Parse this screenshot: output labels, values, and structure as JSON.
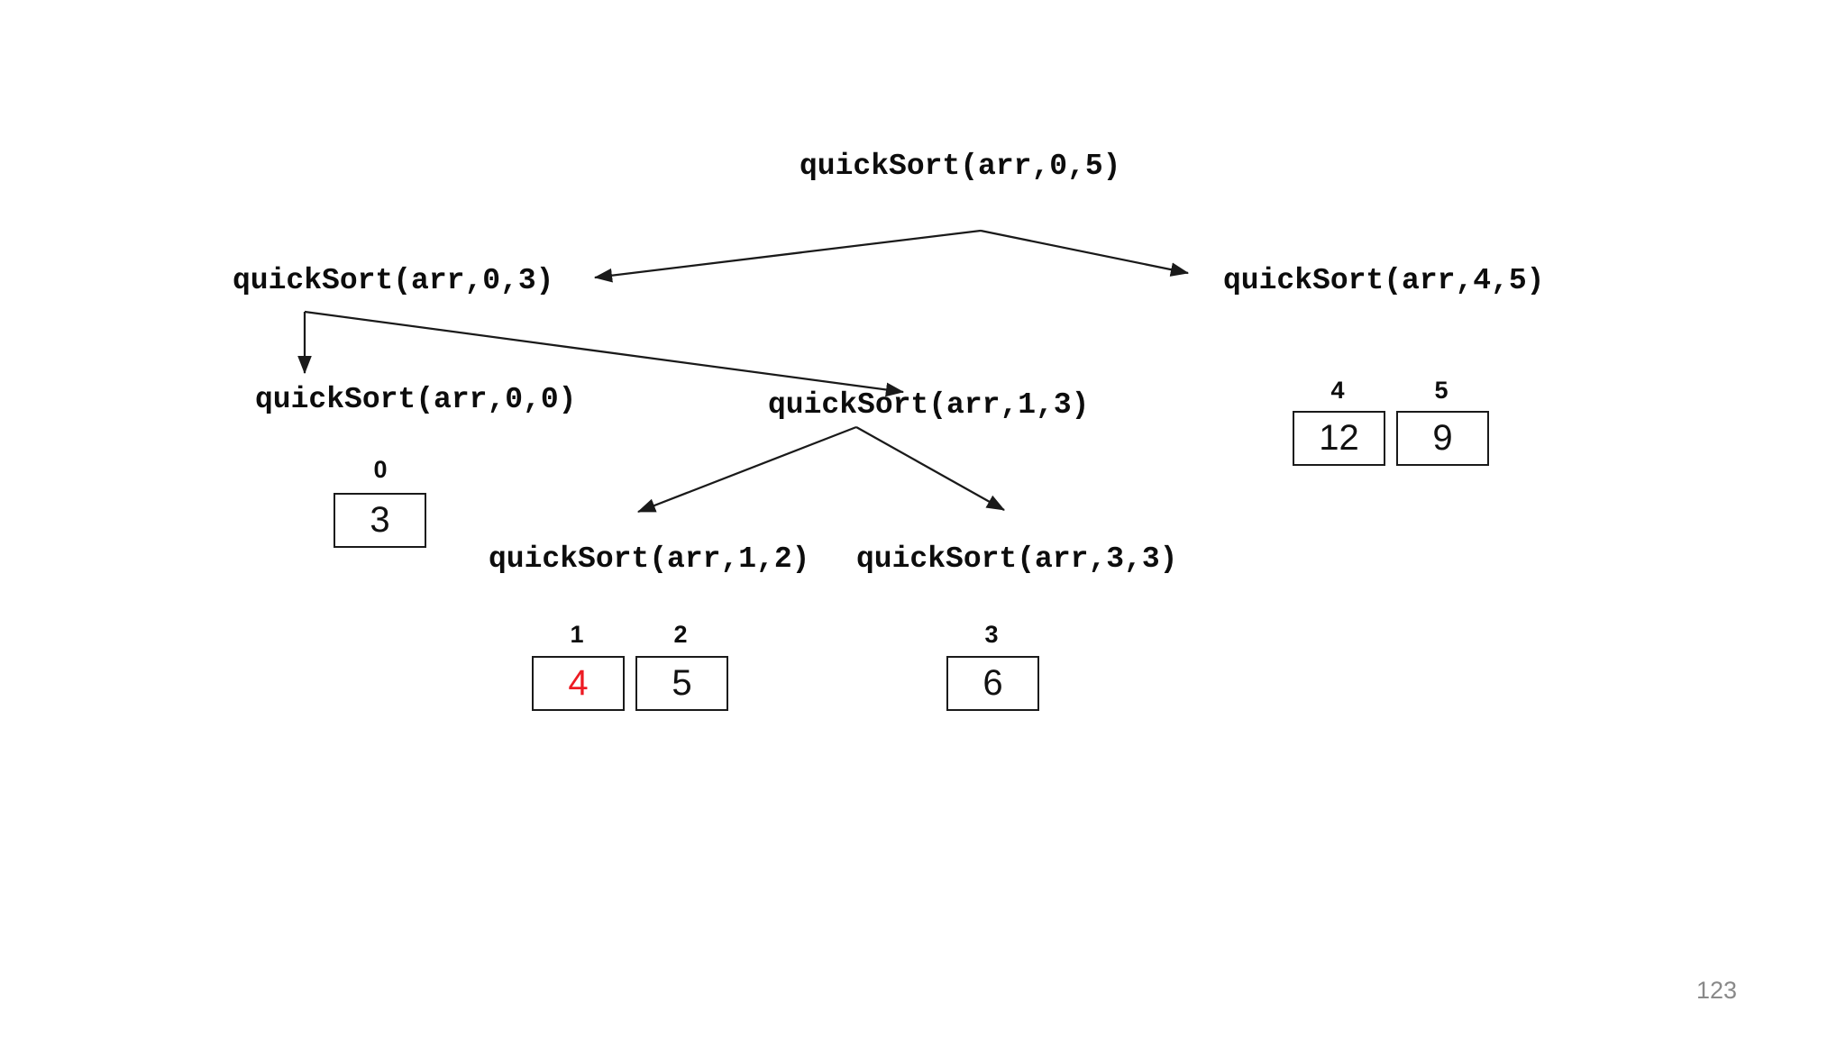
{
  "slide": {
    "background": "#ffffff",
    "page_number": "123"
  },
  "colors": {
    "text_black": "#0d0d0d",
    "value_red": "#ed1b23",
    "line_black": "#1a1a1a",
    "box_border": "#1a1a1a",
    "box_fill": "#ffffff",
    "page_number_gray": "#898989"
  },
  "call_tree": {
    "nodes": [
      {
        "id": "qs_0_5",
        "label": "quickSort(arr,0,5)"
      },
      {
        "id": "qs_0_3",
        "label": "quickSort(arr,0,3)"
      },
      {
        "id": "qs_4_5",
        "label": "quickSort(arr,4,5)"
      },
      {
        "id": "qs_0_0",
        "label": "quickSort(arr,0,0)"
      },
      {
        "id": "qs_1_3",
        "label": "quickSort(arr,1,3)"
      },
      {
        "id": "qs_1_2",
        "label": "quickSort(arr,1,2)"
      },
      {
        "id": "qs_3_3",
        "label": "quickSort(arr,3,3)"
      }
    ],
    "edges": [
      {
        "from": "qs_0_5",
        "to": "qs_0_3"
      },
      {
        "from": "qs_0_5",
        "to": "qs_4_5"
      },
      {
        "from": "qs_0_3",
        "to": "qs_0_0"
      },
      {
        "from": "qs_0_3",
        "to": "qs_1_3"
      },
      {
        "from": "qs_1_3",
        "to": "qs_1_2"
      },
      {
        "from": "qs_1_3",
        "to": "qs_3_3"
      }
    ]
  },
  "array_cells": [
    {
      "index": "0",
      "value": "3",
      "highlighted": false
    },
    {
      "index": "1",
      "value": "4",
      "highlighted": true
    },
    {
      "index": "2",
      "value": "5",
      "highlighted": false
    },
    {
      "index": "3",
      "value": "6",
      "highlighted": false
    },
    {
      "index": "4",
      "value": "12",
      "highlighted": false
    },
    {
      "index": "5",
      "value": "9",
      "highlighted": false
    }
  ]
}
